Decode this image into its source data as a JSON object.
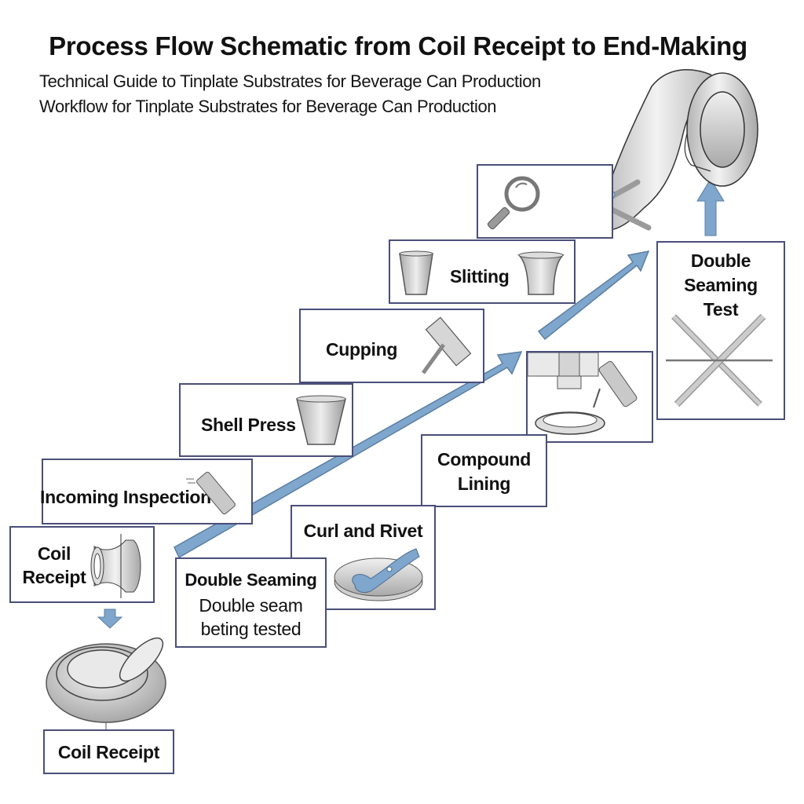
{
  "header": {
    "title": "Process Flow Schematic from Coil Receipt to End-Making",
    "subtitle_1": "Technical Guide to Tinplate Substrates for Beverage Can Production",
    "subtitle_2": "Workflow for Tinplate Substrates for Beverage Can Production"
  },
  "steps": {
    "coil_receipt_top": {
      "label_line1": "Coil",
      "label_line2": "Receipt",
      "icon": "coil-icon"
    },
    "incoming_inspection": {
      "label": "Incoming Inspection",
      "icon": "inspection-gun-icon"
    },
    "shell_press": {
      "label": "Shell Press",
      "icon": "cup-icon"
    },
    "cupping": {
      "label": "Cupping",
      "icon": "cupping-tool-icon"
    },
    "slitting": {
      "label": "Slitting",
      "icon": "cup-icon"
    },
    "inspection_magnifier": {
      "icon": "magnifier-icon"
    },
    "double_seaming": {
      "label": "Double Seaming",
      "desc_line1": "Double seam",
      "desc_line2": "beting tested"
    },
    "curl_and_rivet": {
      "label": "Curl and Rivet",
      "icon": "can-end-tab-icon"
    },
    "compound_lining": {
      "label_line1": "Compound",
      "label_line2": "Lining",
      "icon": "lining-machine-icon"
    },
    "double_seaming_test": {
      "label_line1": "Double",
      "label_line2": "Seaming",
      "label_line3": "Test",
      "icon": "crossed-gauges-icon"
    },
    "coil_receipt_bottom": {
      "label": "Coil Receipt",
      "icon": "can-end-icon"
    }
  },
  "colors": {
    "box_border": "#4a4e79",
    "arrow_fill": "#7fa6cc",
    "arrow_stroke": "#5b7fa3",
    "metal_light": "#e6e6e6",
    "metal_dark": "#9a9a9a"
  }
}
